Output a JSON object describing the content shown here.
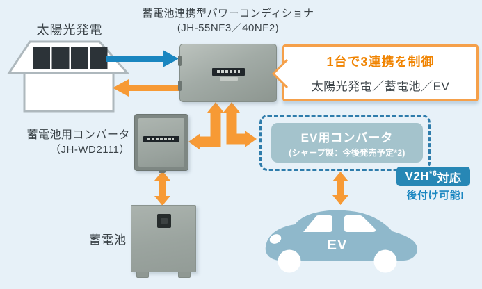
{
  "title": {
    "line1": "蓄電池連携型パワーコンディショナ",
    "line2": "(JH-55NF3／40NF2)"
  },
  "solar": {
    "label": "太陽光発電"
  },
  "battery_converter": {
    "label_line1": "蓄電池用コンバータ",
    "label_line2": "（JH-WD2111）"
  },
  "battery": {
    "label": "蓄電池"
  },
  "callout": {
    "heading": "1台で3連携を制御",
    "subtitle": "太陽光発電／蓄電池／EV"
  },
  "ev_converter": {
    "line1": "EV用コンバータ",
    "line2": "(シャープ製：今後発売予定*2)"
  },
  "v2h": {
    "prefix": "V2H",
    "sup": "*6",
    "suffix": "対応",
    "note": "後付け可能!"
  },
  "car": {
    "label": "EV"
  },
  "colors": {
    "background": "#e7f1f8",
    "arrow_orange": "#f79a35",
    "arrow_blue": "#1a86c0",
    "callout_border": "#f5a04a",
    "callout_heading": "#f08300",
    "dashed_border": "#2e7cab",
    "ev_box_fill": "#a4c3cc",
    "v2h_badge": "#2787b5",
    "note_blue": "#1a86c0",
    "car_blue": "#8fb8cb",
    "device_gray": "#9aa39e",
    "text_dark": "#3a4247"
  }
}
